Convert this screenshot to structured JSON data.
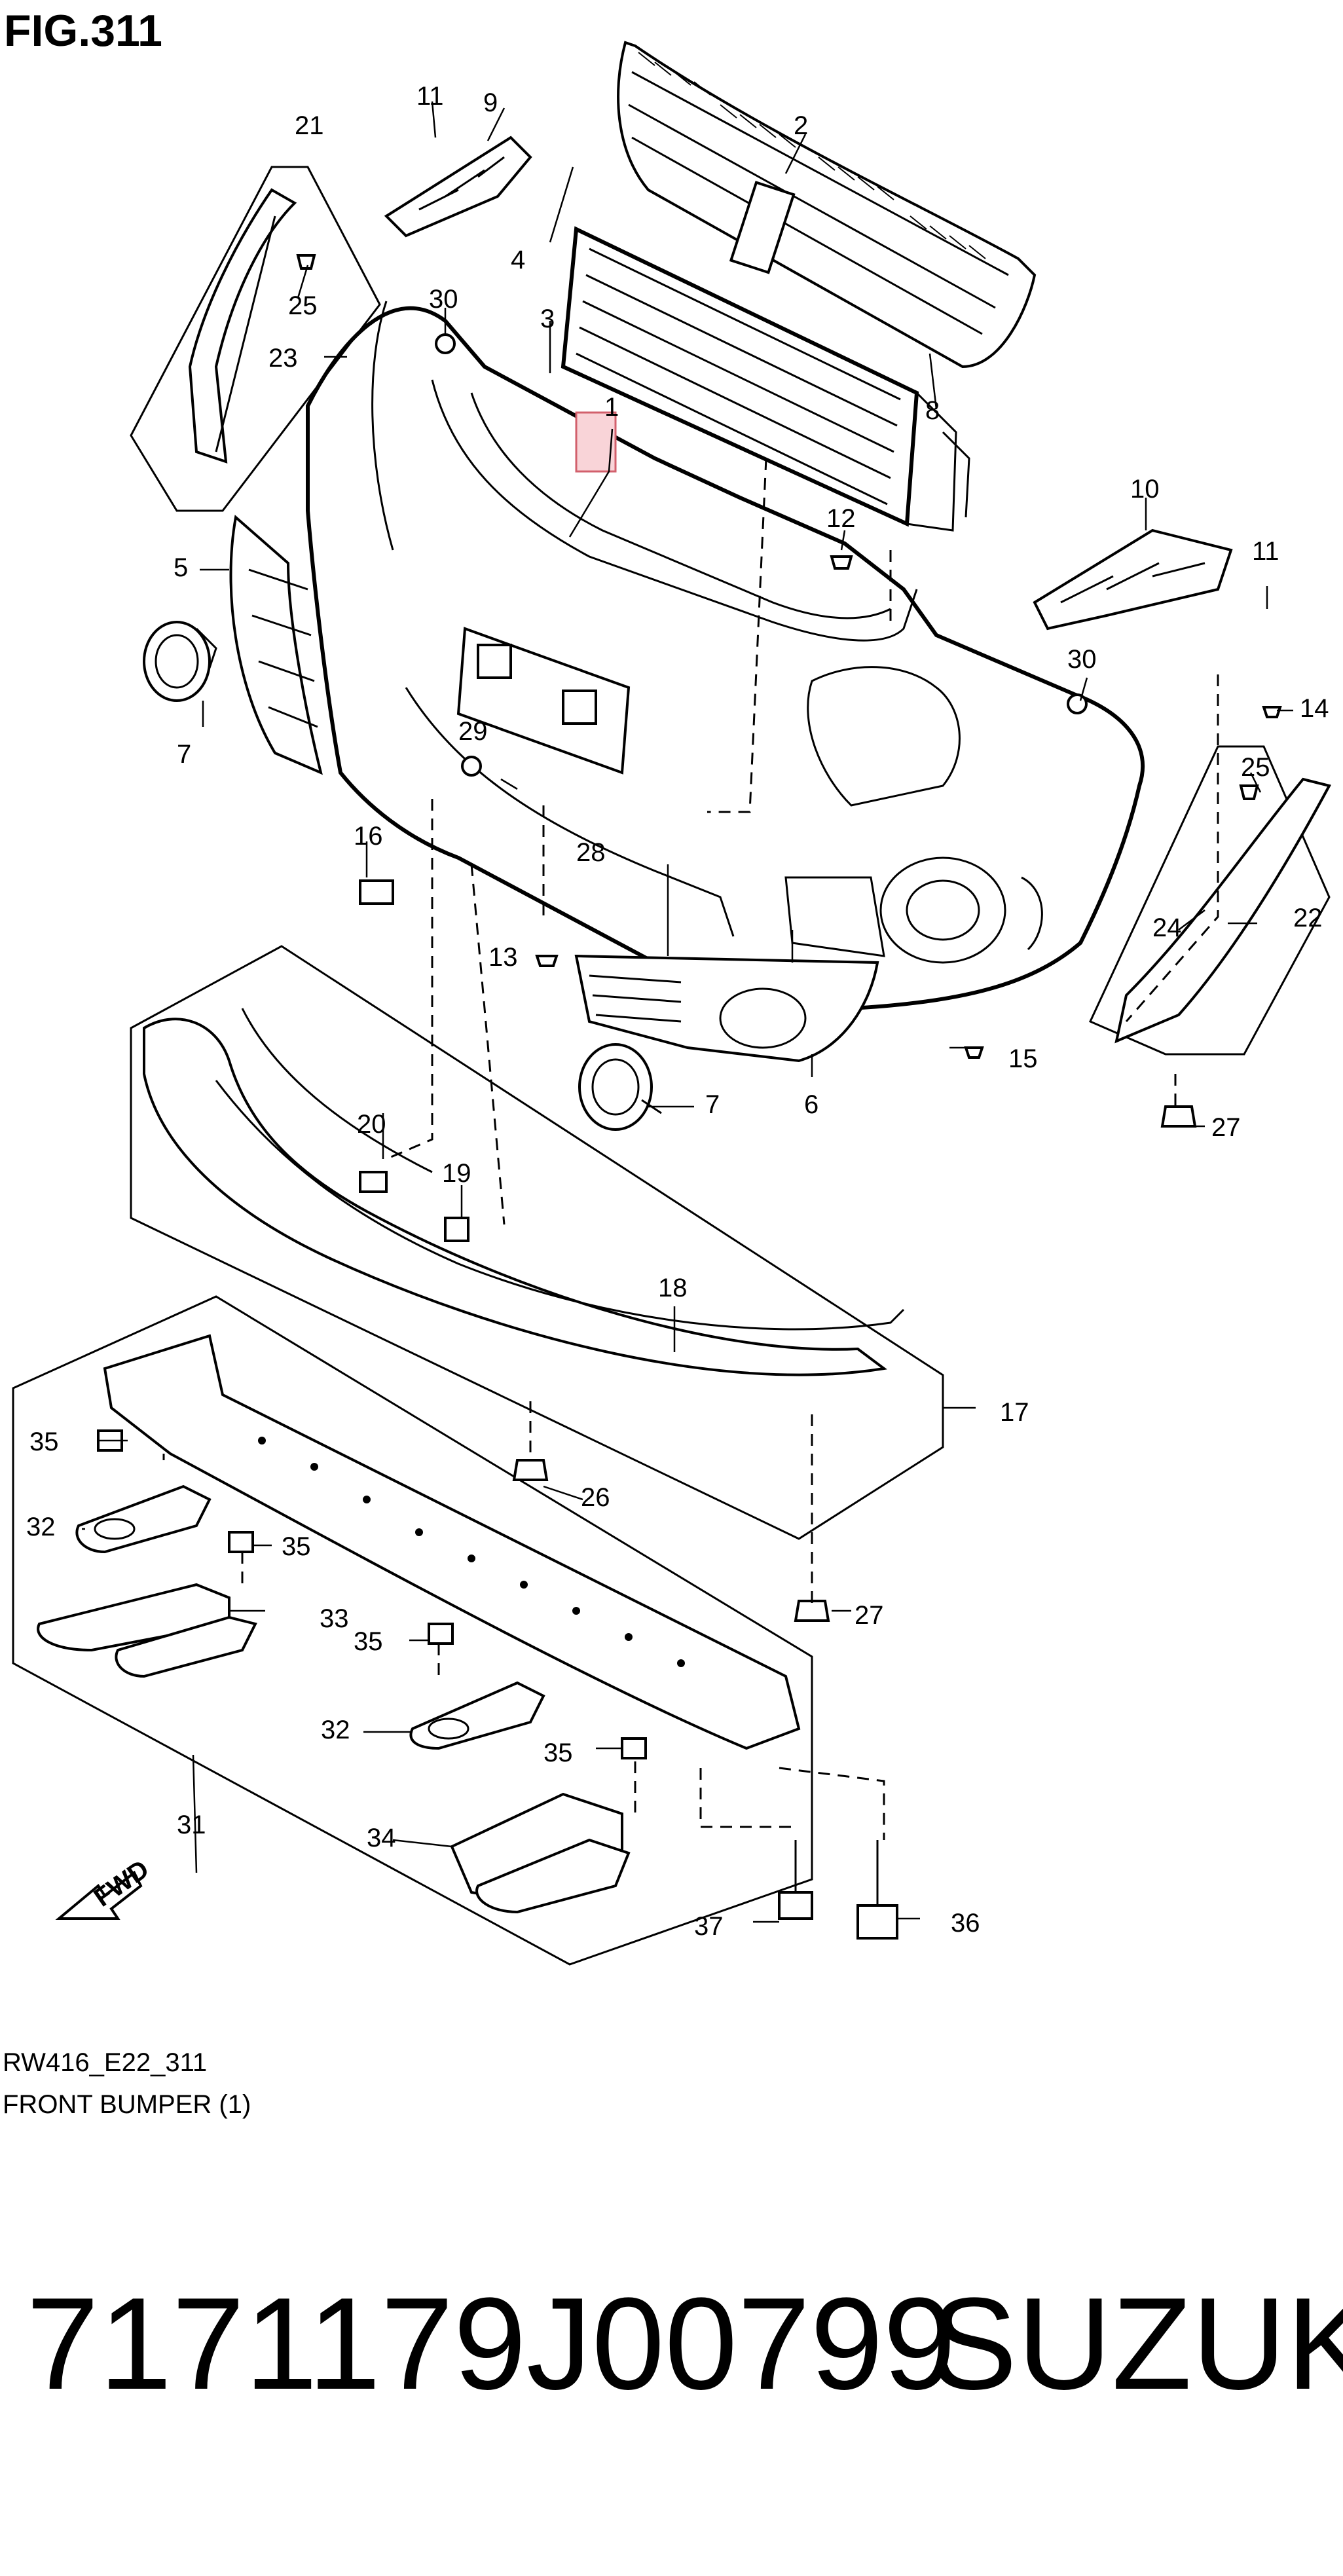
{
  "figure": {
    "title": "FIG.311",
    "code": "RW416_E22_311",
    "section_title": "FRONT BUMPER (1)",
    "direction_label": "FWD",
    "highlighted_ref": "1"
  },
  "callouts": {
    "c1": "1",
    "c2": "2",
    "c3": "3",
    "c4": "4",
    "c5": "5",
    "c6": "6",
    "c7a": "7",
    "c7b": "7",
    "c8": "8",
    "c9": "9",
    "c10": "10",
    "c11a": "11",
    "c11b": "11",
    "c12": "12",
    "c13": "13",
    "c14": "14",
    "c15": "15",
    "c16": "16",
    "c17": "17",
    "c18": "18",
    "c19": "19",
    "c20": "20",
    "c21": "21",
    "c22": "22",
    "c23": "23",
    "c24": "24",
    "c25a": "25",
    "c25b": "25",
    "c26": "26",
    "c27a": "27",
    "c27b": "27",
    "c28": "28",
    "c29": "29",
    "c30a": "30",
    "c30b": "30",
    "c31": "31",
    "c32a": "32",
    "c32b": "32",
    "c33": "33",
    "c34": "34",
    "c35a": "35",
    "c35b": "35",
    "c35c": "35",
    "c35d": "35",
    "c36": "36",
    "c37": "37"
  },
  "footer": {
    "part_number": "7171179J00799",
    "brand": "SUZUKI"
  },
  "colors": {
    "highlight_fill": "#f9d4d8",
    "highlight_stroke": "#d2606c",
    "line": "#000000",
    "background": "#ffffff"
  }
}
